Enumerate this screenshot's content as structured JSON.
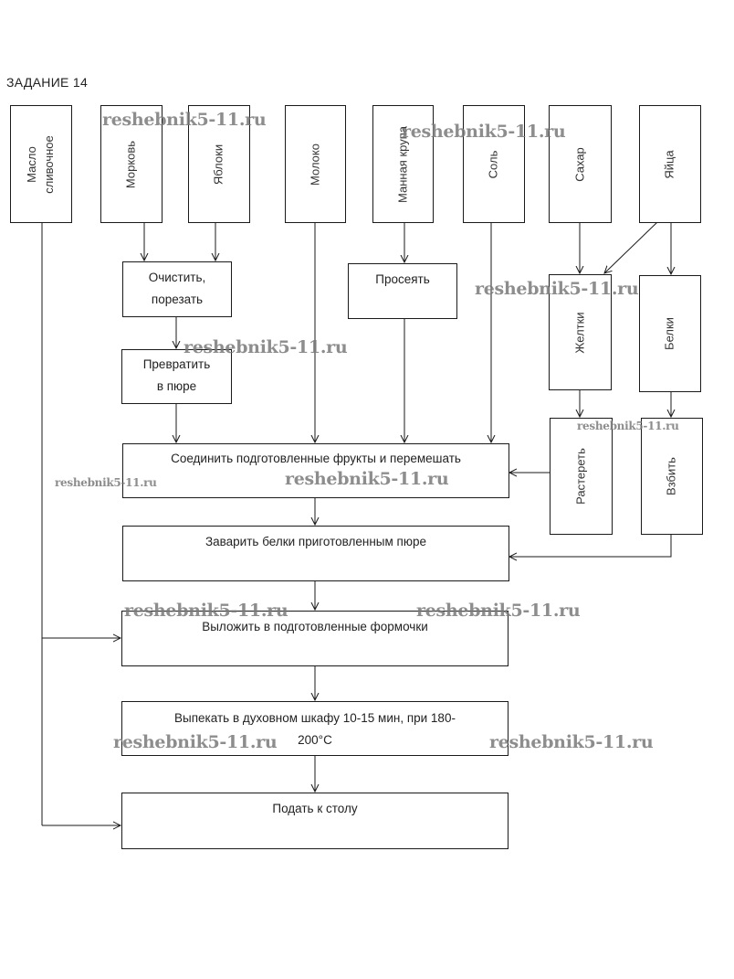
{
  "title": "ЗАДАНИЕ 14",
  "ingredients": [
    {
      "label": "Масло сливочное"
    },
    {
      "label": "Морковь"
    },
    {
      "label": "Яблоки"
    },
    {
      "label": "Молоко"
    },
    {
      "label": "Манная крупа"
    },
    {
      "label": "Соль"
    },
    {
      "label": "Сахар"
    },
    {
      "label": "Яйца"
    }
  ],
  "steps": {
    "peel_cut": "Очистить, порезать",
    "peel_cut_l1": "Очистить,",
    "peel_cut_l2": "порезать",
    "sift": "Просеять",
    "puree_l1": "Превратить",
    "puree_l2": "в пюре",
    "yolks": "Желтки",
    "whites": "Белки",
    "rub": "Растереть",
    "whip": "Взбить",
    "combine": "Соединить подготовленные фрукты и перемешать",
    "brew": "Заварить белки приготовленным пюре",
    "place": "Выложить в подготовленные формочки",
    "bake_l1": "Выпекать в духовном шкафу 10-15 мин, при 180-",
    "bake_l2": "200°С",
    "serve": "Подать к столу"
  },
  "watermark": "reshebnik5-11.ru"
}
